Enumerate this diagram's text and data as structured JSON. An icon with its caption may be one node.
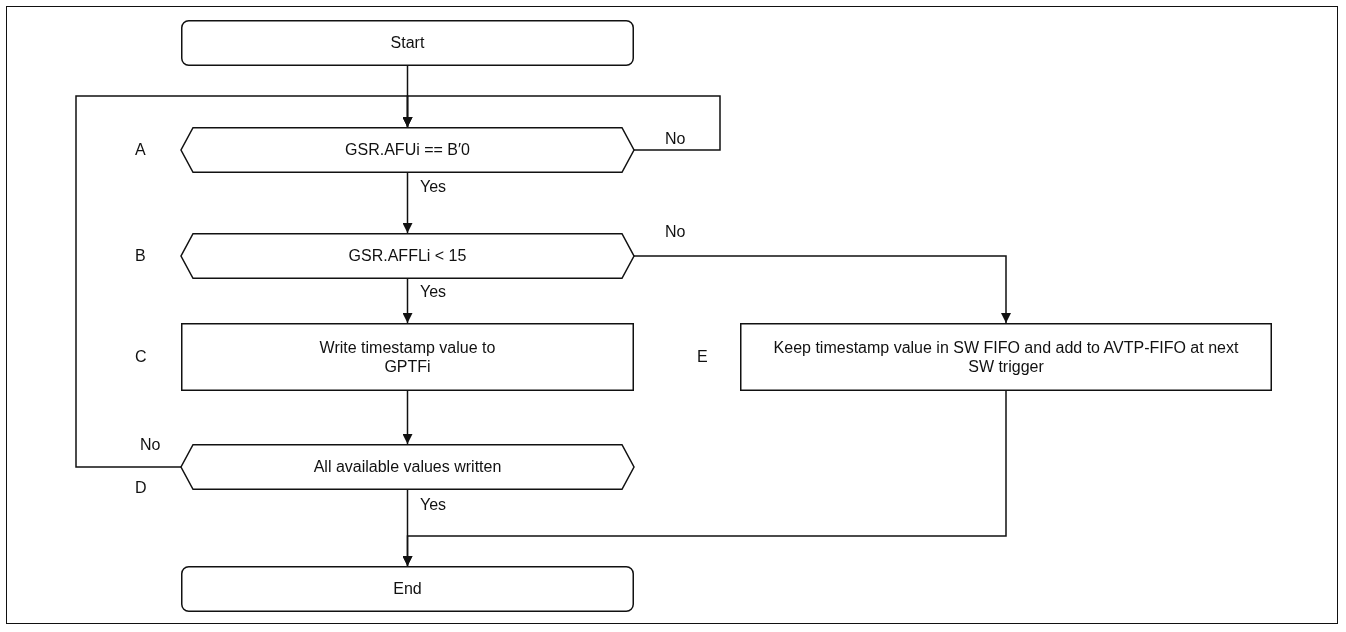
{
  "diagram": {
    "nodes": [
      {
        "text": [
          "Start"
        ]
      },
      {
        "text": [
          "GSR.AFUi == B′0"
        ],
        "beside": [
          "A"
        ]
      },
      {
        "text": [
          "GSR.AFFLi < 15"
        ],
        "beside": [
          "B"
        ]
      },
      {
        "text": [
          "Write timestamp value to GPTFi"
        ],
        "beside": [
          "C"
        ]
      },
      {
        "text": [
          "All available values written"
        ],
        "beside": [
          "D"
        ]
      },
      {
        "text": [
          "End"
        ]
      },
      {
        "text": [
          "Keep timestamp value in SW FIFO and add to AVTP-FIFO at next SW trigger"
        ],
        "beside": [
          "E"
        ]
      }
    ],
    "edges": [
      {
        "from": 0,
        "to": 1,
        "arrow": "to"
      },
      {
        "from": 1,
        "to": 2,
        "arrow": "to",
        "label": "Yes"
      },
      {
        "from": 1,
        "to": 1,
        "arrow": "to",
        "label": "No"
      },
      {
        "from": 2,
        "to": 6,
        "arrow": "to",
        "label": "No"
      },
      {
        "from": 2,
        "to": 3,
        "arrow": "to",
        "label": "Yes"
      },
      {
        "from": 3,
        "to": 4,
        "arrow": "to"
      },
      {
        "from": 4,
        "to": 1,
        "arrow": "to",
        "label": "No"
      },
      {
        "from": 4,
        "to": 5,
        "arrow": "to",
        "label": "Yes"
      },
      {
        "from": 6,
        "to": 5,
        "arrow": "to"
      }
    ]
  }
}
